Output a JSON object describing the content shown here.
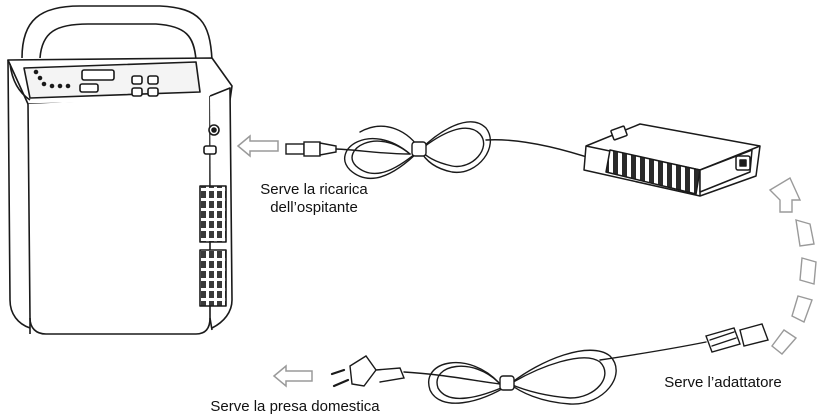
{
  "labels": {
    "host_charging": [
      "Serve la ricarica",
      "dell’ospitante"
    ],
    "adapter": "Serve l’adattatore",
    "household_outlet": "Serve la presa domestica"
  },
  "colors": {
    "line": "#1a1a1a",
    "arrow_stroke": "#9a9a9a",
    "device_fill": "#ffffff",
    "vent_fill": "#3a3a3a"
  },
  "icons": [
    "device-illustration",
    "adapter-illustration",
    "dc-cable-illustration",
    "ac-cable-illustration",
    "outline-arrow-icon"
  ]
}
